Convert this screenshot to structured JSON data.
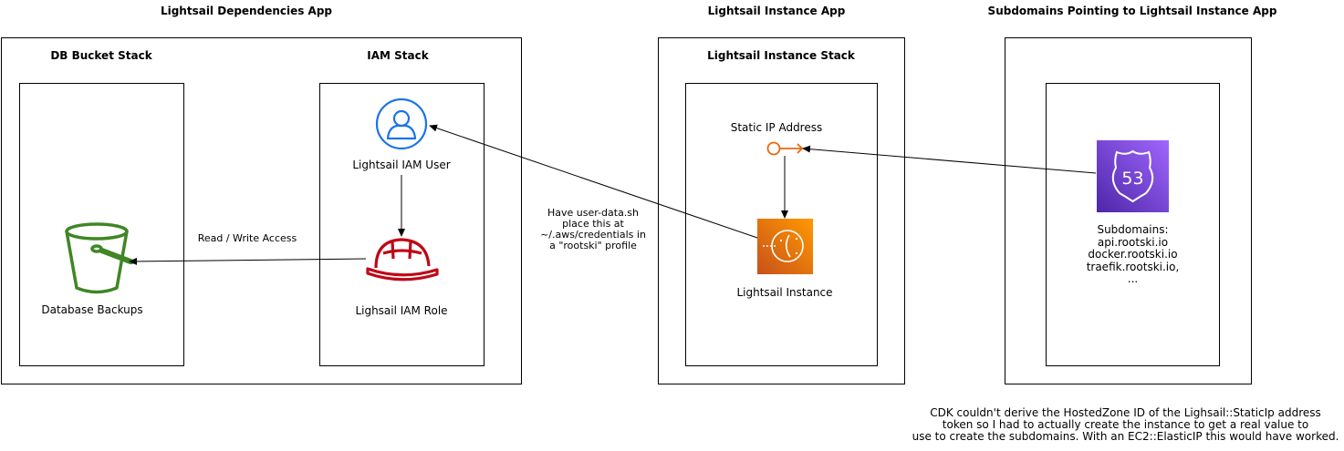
{
  "apps": {
    "dependencies": "Lightsail Dependencies App",
    "instance": "Lightsail Instance App",
    "subdomains": "Subdomains Pointing to Lightsail Instance App"
  },
  "stacks": {
    "db_bucket": "DB Bucket Stack",
    "iam": "IAM Stack",
    "instance": "Lightsail Instance Stack"
  },
  "nodes": {
    "database_backups": "Database Backups",
    "iam_user": "Lightsail IAM User",
    "iam_role": "Lighsail IAM Role",
    "static_ip": "Static IP Address",
    "instance": "Lightsail Instance",
    "route53_badge": "53",
    "subdomains": [
      "Subdomains:",
      "api.rootski.io",
      "docker.rootski.io",
      "traefik.rootski.io,",
      "..."
    ]
  },
  "edges": {
    "read_write": "Read / Write Access",
    "user_data": [
      "Have user-data.sh",
      "place this at",
      "~/.aws/credentials in",
      "a \"rootski\" profile"
    ]
  },
  "footnote": [
    "CDK couldn't derive the HostedZone ID of the Lighsail::StaticIp address",
    "token so I had to actually create the instance to get a real value to",
    "use to create the subdomains. With an EC2::ElasticIP this would have worked."
  ],
  "colors": {
    "s3_green": "#3F8624",
    "iam_user_blue": "#1A73E8",
    "iam_role_red": "#BF0816",
    "lightsail_orange": "#E7680E",
    "route53_purple": "#7A45E0"
  },
  "icons": {
    "s3": "bucket-icon",
    "iam_user": "user-icon",
    "iam_role": "hardhat-icon",
    "static_ip": "key-icon",
    "lightsail": "lightsail-icon",
    "route53": "route53-icon"
  }
}
